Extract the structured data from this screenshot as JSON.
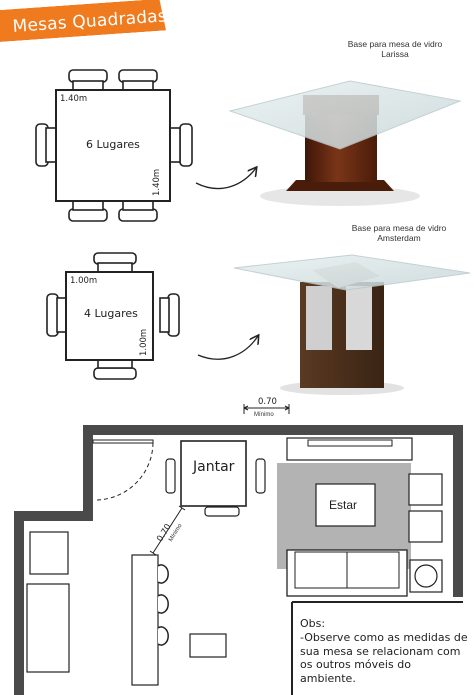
{
  "banner": {
    "title": "Mesas Quadradas"
  },
  "tables": [
    {
      "label": "6 Lugares",
      "width": "1.40m",
      "height": "1.40m"
    },
    {
      "label": "4 Lugares",
      "width": "1.00m",
      "height": "1.00m"
    }
  ],
  "products": [
    {
      "caption_line1": "Base para mesa de vidro",
      "caption_line2": "Larissa"
    },
    {
      "caption_line1": "Base para mesa de vidro",
      "caption_line2": "Amsterdam"
    }
  ],
  "floorplan": {
    "dim_top": "0.70",
    "dim_top_sub": "Mínimo",
    "dim_diag": "0.70",
    "dim_diag_sub": "Mínimo",
    "dining_label": "Jantar",
    "living_label": "Estar"
  },
  "note": {
    "title": "Obs:",
    "line1": "-Observe como as medidas de",
    "line2": "sua mesa se relacionam com",
    "line3": "os outros móveis do ambiente."
  },
  "colors": {
    "banner": "#f07a1e",
    "rug": "#b3b3b3",
    "wood_dark": "#5a2410",
    "wall": "#4a4a4a"
  }
}
